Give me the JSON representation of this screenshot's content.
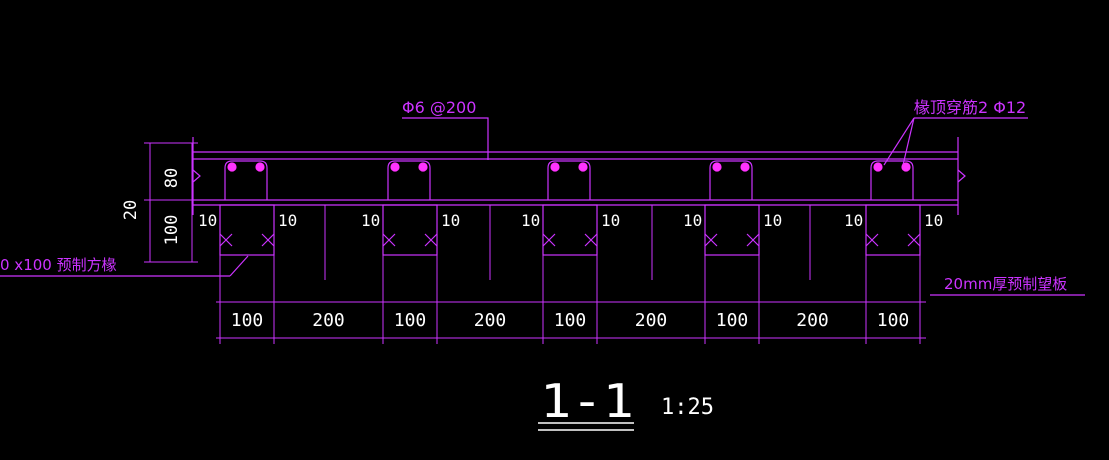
{
  "colors": {
    "background": "#000000",
    "structure": "#cc33ff",
    "text": "#ffffff",
    "rebar": "#ff33ff"
  },
  "annotations": {
    "stirrup_label": "Φ6 @200",
    "top_bar_label": "椽顶穿筋2 Φ12",
    "joist_label": "0 x100 预制方椽",
    "panel_label": "20mm厚预制望板"
  },
  "vertical_dims": {
    "overall": "20",
    "top": "80",
    "bottom": "100"
  },
  "gap_labels": [
    "10",
    "10",
    "10",
    "10",
    "10",
    "10",
    "10",
    "10",
    "10",
    "10"
  ],
  "bottom_dims": [
    "100",
    "200",
    "100",
    "200",
    "100",
    "200",
    "100",
    "200",
    "100"
  ],
  "section": {
    "title": "1-1",
    "scale": "1:25"
  }
}
